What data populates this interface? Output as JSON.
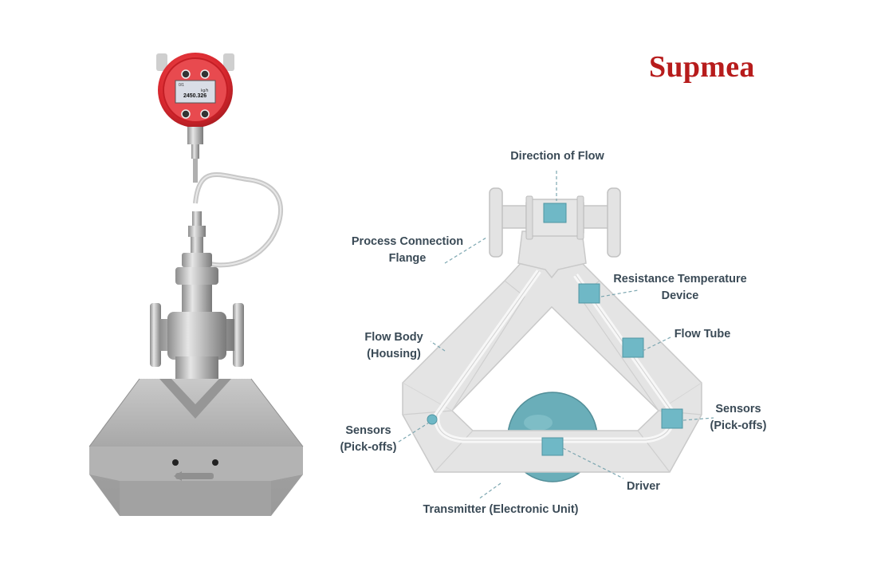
{
  "brand": {
    "name": "Supmea",
    "color": "#b71c1c"
  },
  "colors": {
    "label_text": "#3a4a56",
    "marker": "#6fb8c6",
    "body": "#e4e4e4",
    "transmitter_red": "#d8282f"
  },
  "display": {
    "reading": "2450.326",
    "small_left": "0/1",
    "small_right": "kg/h"
  },
  "labels": {
    "direction_of_flow": "Direction of Flow",
    "process_flange": [
      "Process Connection",
      "Flange"
    ],
    "rtd": [
      "Resistance Temperature",
      "Device"
    ],
    "flow_tube": "Flow Tube",
    "flow_body": [
      "Flow Body",
      "(Housing)"
    ],
    "sensors_left": [
      "Sensors",
      "(Pick-offs)"
    ],
    "sensors_right": [
      "Sensors",
      "(Pick-offs)"
    ],
    "driver": "Driver",
    "transmitter": "Transmitter (Electronic Unit)"
  }
}
